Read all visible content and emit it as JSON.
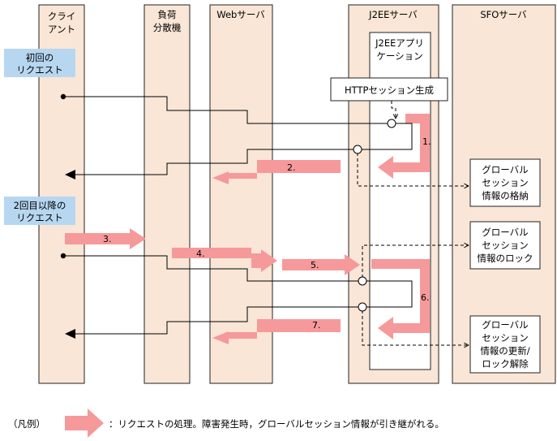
{
  "columns": {
    "client": [
      "クライ",
      "アント"
    ],
    "load_balancer": [
      "負荷",
      "分散機"
    ],
    "web_server": [
      "Webサーバ"
    ],
    "j2ee_server": [
      "J2EEサーバ"
    ],
    "sfo_server": [
      "SFOサーバ"
    ]
  },
  "j2ee_app": [
    "J2EEアプリ",
    "ケーション"
  ],
  "http_session": "HTTPセッション生成",
  "first_request": [
    "初回の",
    "リクエスト"
  ],
  "second_request": [
    "2回目以降の",
    "リクエスト"
  ],
  "sfo_boxes": [
    [
      "グローバル",
      "セッション",
      "情報の格納"
    ],
    [
      "グローバル",
      "セッション",
      "情報のロック"
    ],
    [
      "グローバル",
      "セッション",
      "情報の更新/",
      "ロック解除"
    ]
  ],
  "steps": [
    "1.",
    "2.",
    "3.",
    "4.",
    "5.",
    "6.",
    "7."
  ],
  "legend": {
    "title": "（凡例）",
    "text": "：リクエストの処理。障害発生時，グローバルセッション情報が引き継がれる。"
  },
  "colors": {
    "lane": "#f9e6d6",
    "arrow": "#f6999b",
    "request_box": "#b7d7f1",
    "line": "#000000"
  }
}
